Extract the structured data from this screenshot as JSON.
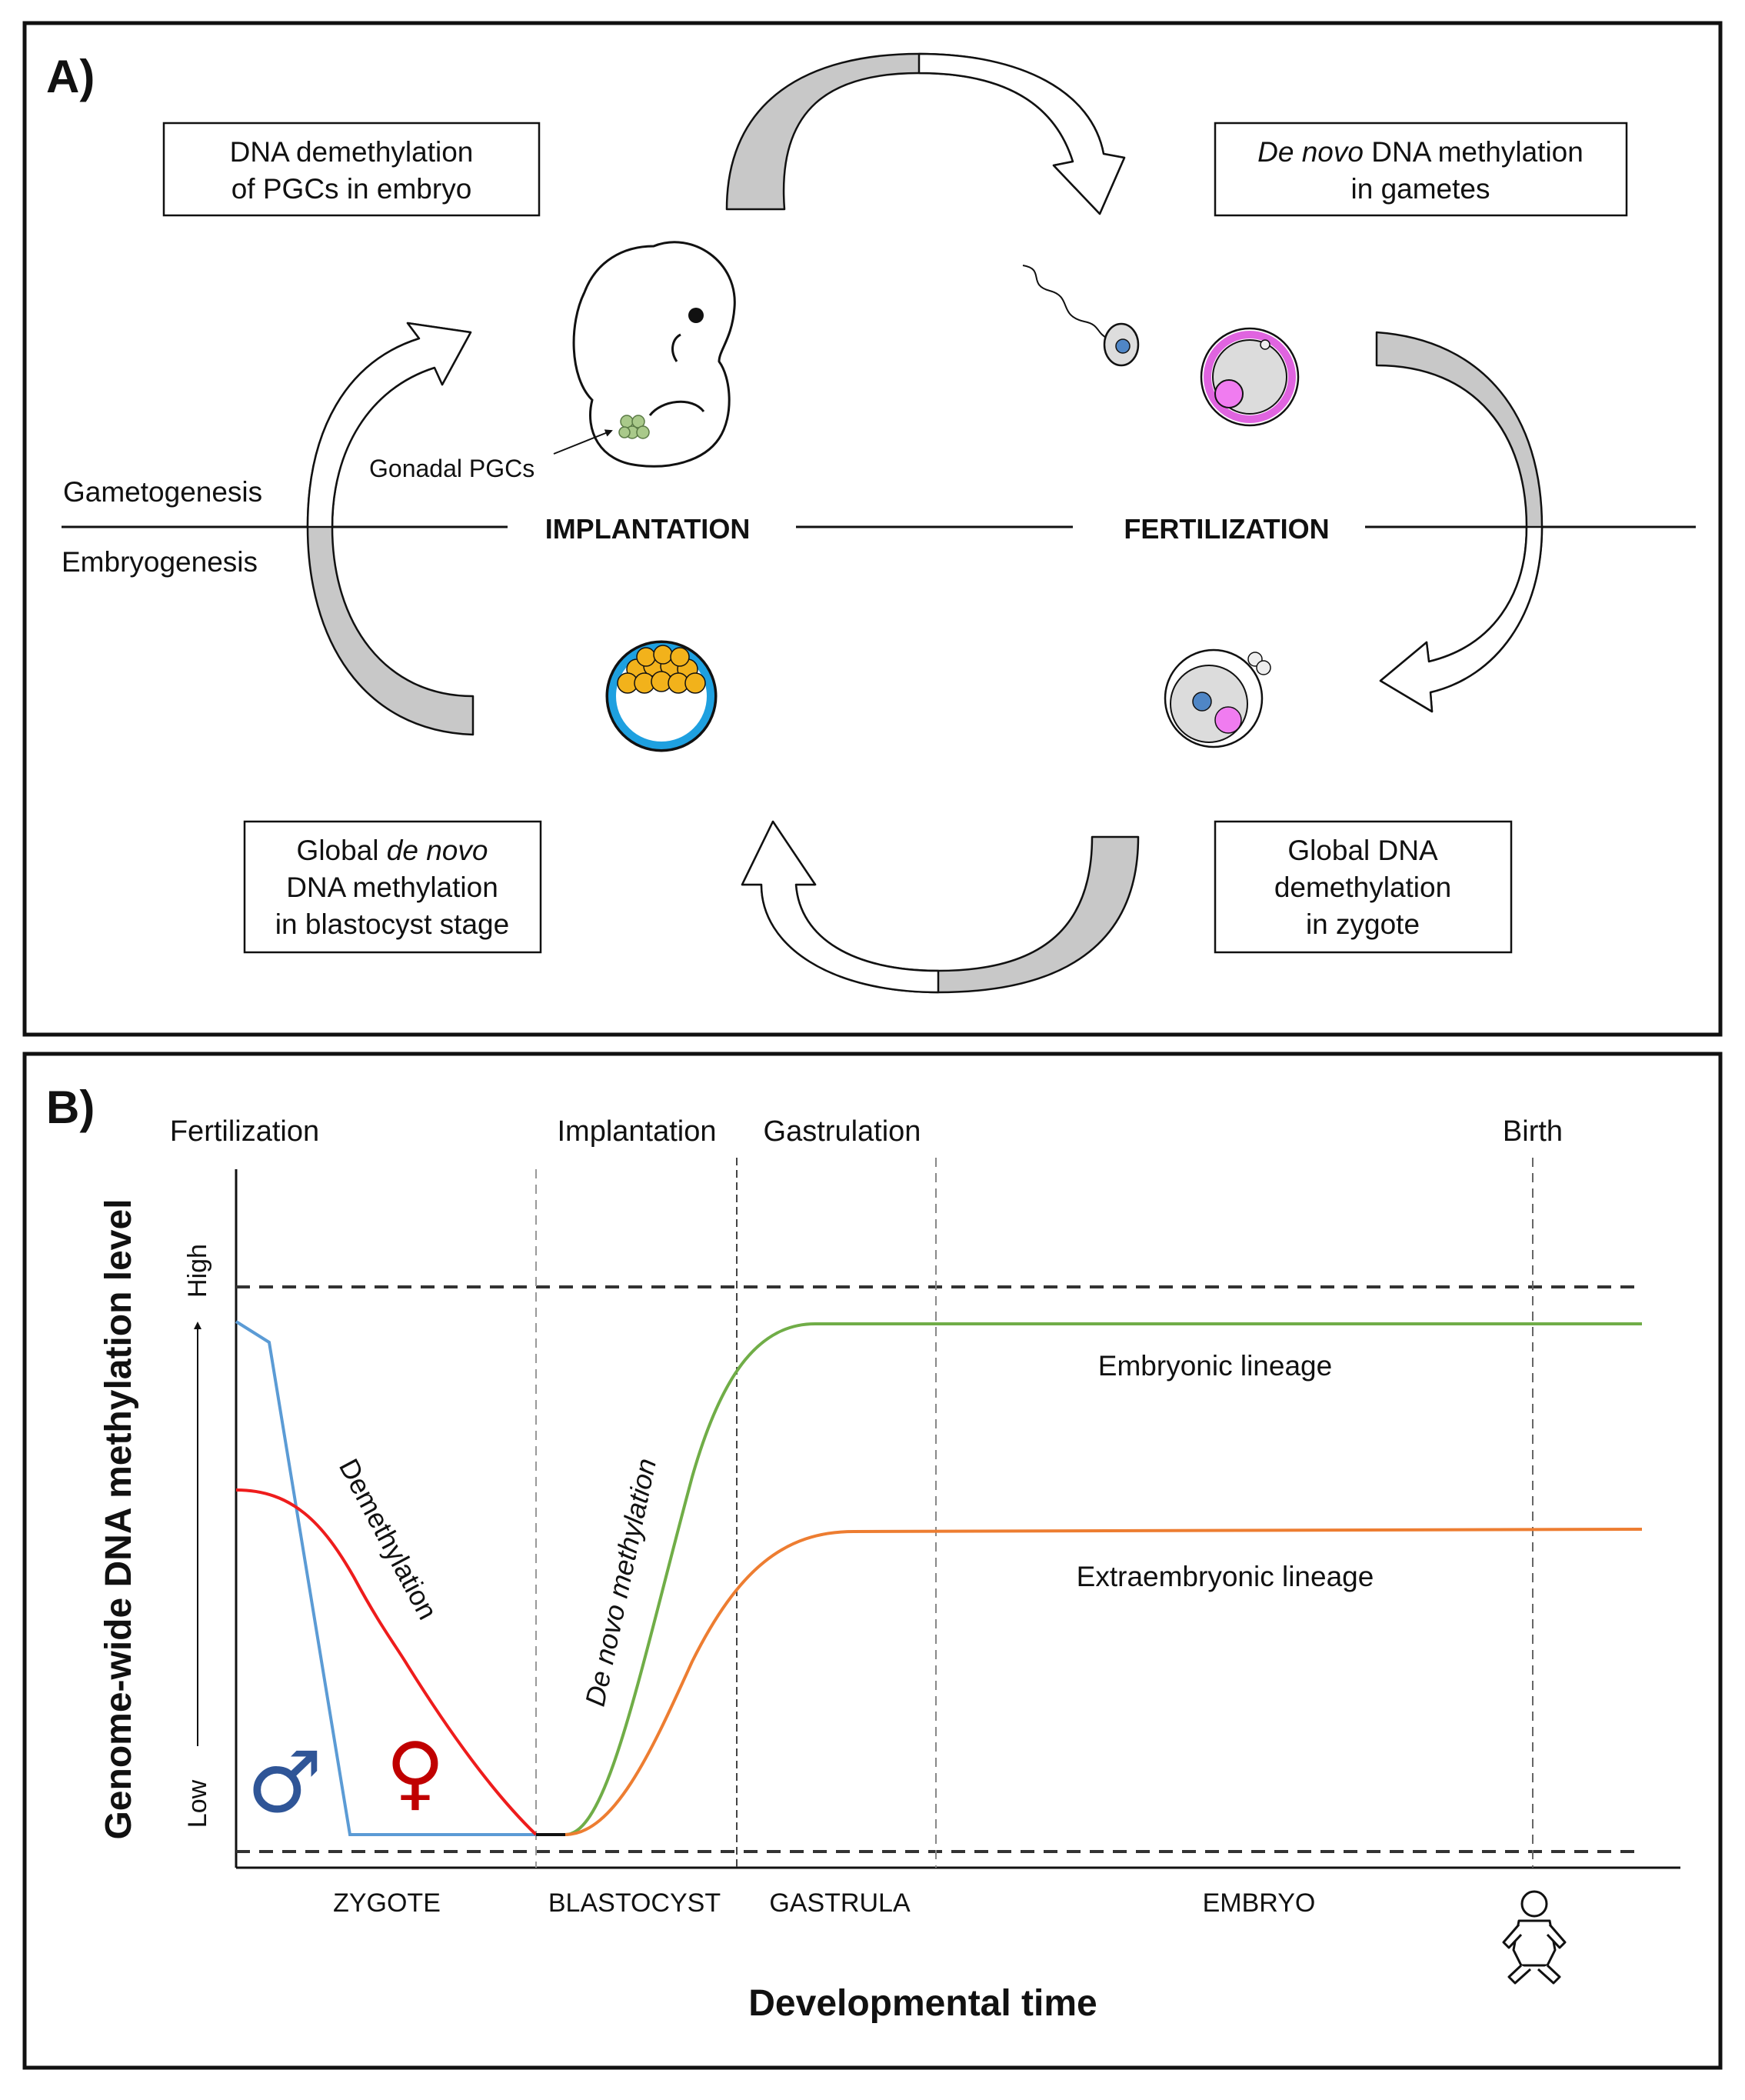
{
  "panelA": {
    "label": "A)",
    "stage_labels": {
      "implantation": "IMPLANTATION",
      "fertilization": "FERTILIZATION"
    },
    "side_labels": {
      "gametogenesis": "Gametogenesis",
      "embryogenesis": "Embryogenesis"
    },
    "boxes": {
      "top_left": {
        "line1": "DNA demethylation",
        "line2": "of PGCs in embryo"
      },
      "top_right": {
        "line1_italic": "De novo",
        "line1_rest": " DNA methylation",
        "line2": "in gametes"
      },
      "bottom_left": {
        "line1_plain": "Global ",
        "line1_italic": "de novo",
        "line2": "DNA methylation",
        "line3": "in blastocyst stage"
      },
      "bottom_right": {
        "line1": "Global DNA",
        "line2": "demethylation",
        "line3": "in zygote"
      }
    },
    "annotation": "Gonadal PGCs",
    "colors": {
      "arrow_fill": "#c8c8c8",
      "oocyte_membrane": "#e064e0",
      "nucleus_female": "#f07cf0",
      "nucleus_male": "#4f86c6",
      "pgc": "#a9c98a",
      "icm": "#f2b21b",
      "trophectoderm": "#1ea0e0"
    }
  },
  "panelB": {
    "label": "B)",
    "top_events": [
      "Fertilization",
      "Implantation",
      "Gastrulation",
      "Birth"
    ],
    "stages": [
      "ZYGOTE",
      "BLASTOCYST",
      "GASTRULA",
      "EMBRYO"
    ],
    "y_title": "Genome-wide DNA methylation level",
    "x_title": "Developmental time",
    "y_high": "High",
    "y_low": "Low",
    "annotations": {
      "demethylation": "Demethylation",
      "de_novo": "De novo methylation",
      "embryonic": "Embryonic lineage",
      "extraembryonic": "Extraembryonic lineage"
    },
    "symbols": {
      "male": "♂",
      "female": "♀"
    },
    "colors": {
      "male": "#5b9bd5",
      "female": "#ee1c1c",
      "embryonic": "#70ad47",
      "extraembryonic": "#ed7d31",
      "male_symbol": "#2f5597",
      "female_symbol": "#c00000"
    }
  }
}
